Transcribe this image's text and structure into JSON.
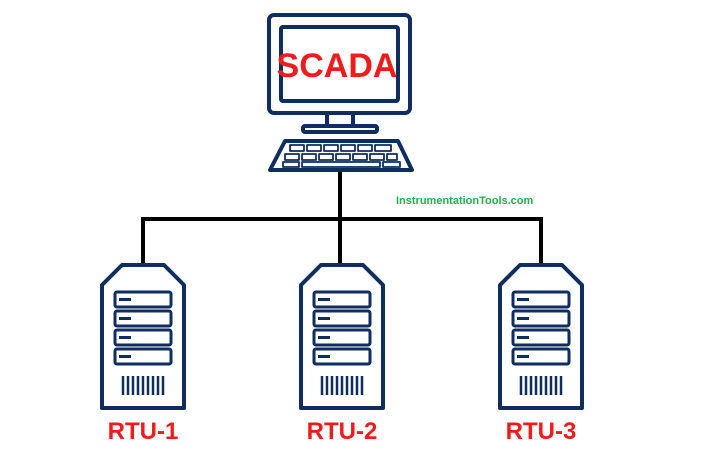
{
  "scada": {
    "label": "SCADA"
  },
  "watermark": {
    "text": "InstrumentationTools.com"
  },
  "rtus": [
    {
      "label": "RTU-1"
    },
    {
      "label": "RTU-2"
    },
    {
      "label": "RTU-3"
    }
  ],
  "colors": {
    "outline": "#0f2d5e",
    "text_red": "#ee1c1c",
    "watermark_green": "#22b14c",
    "wire": "#000000"
  },
  "icons": {
    "computer": "scada-computer-icon",
    "keyboard": "keyboard-icon",
    "rtu": "rtu-server-icon"
  }
}
